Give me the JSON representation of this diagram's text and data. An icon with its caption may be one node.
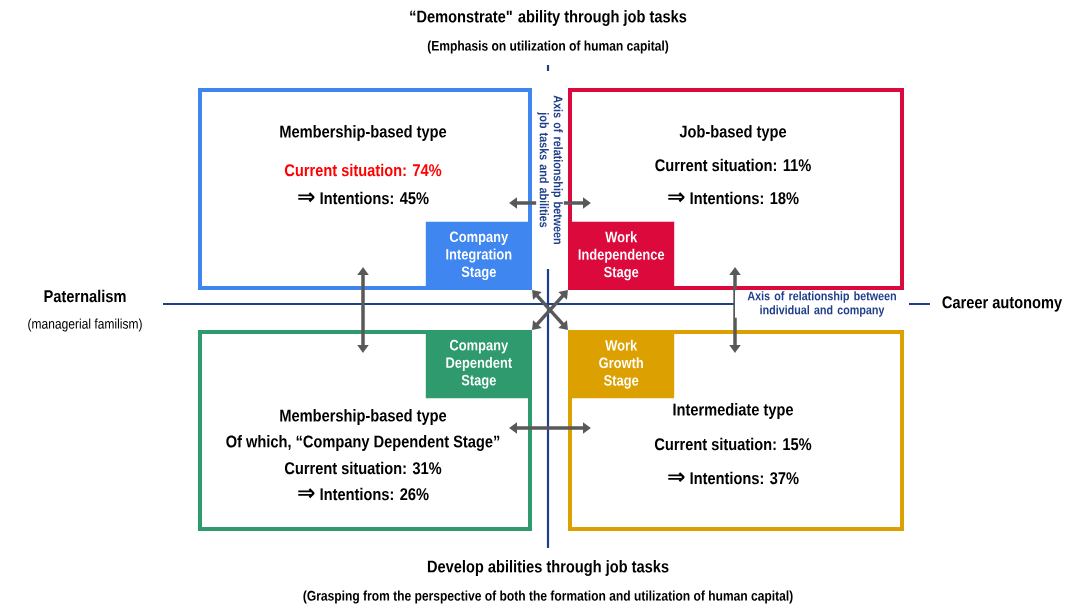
{
  "diagram": {
    "nodes": [
      {
        "text": [
          "Membership-based type",
          "Current situation: 74%",
          "⇒ Intentions: 45%"
        ]
      },
      {
        "text": [
          "Company Integration Stage"
        ],
        "in": 0
      },
      {
        "text": [
          "Job-based type",
          "Current situation: 11%",
          "⇒ Intentions: 18%"
        ]
      },
      {
        "text": [
          "Work Independence Stage"
        ],
        "in": 2
      },
      {
        "text": [
          "Membership-based type",
          "Of which, “Company Dependent Stage”",
          "Current situation: 31%",
          "⇒ Intentions: 26%"
        ]
      },
      {
        "text": [
          "Company Dependent Stage"
        ],
        "in": 4
      },
      {
        "text": [
          "Intermediate type",
          "Current situation: 15%",
          "⇒ Intentions: 37%"
        ]
      },
      {
        "text": [
          "Work Growth Stage"
        ],
        "in": 6
      }
    ],
    "edges": [
      {
        "from": 0,
        "to": 2,
        "arrow": "both"
      },
      {
        "from": 0,
        "to": 4,
        "arrow": "both"
      },
      {
        "from": 2,
        "to": 6,
        "arrow": "both"
      },
      {
        "from": 1,
        "to": 7,
        "arrow": "both"
      },
      {
        "from": 3,
        "to": 5,
        "arrow": "both"
      },
      {
        "from": 4,
        "to": 6,
        "arrow": "both"
      }
    ],
    "labels": [
      "“Demonstrate\" ability through job tasks",
      "(Emphasis on utilization of human capital)",
      "Axis of relationship between job tasks and abilities",
      "Paternalism",
      "(managerial familism)",
      "Axis of relationship between individual and company",
      "Career autonomy",
      "Develop abilities through job tasks",
      "(Grasping from the perspective of both the formation and utilization of human capital)"
    ]
  }
}
